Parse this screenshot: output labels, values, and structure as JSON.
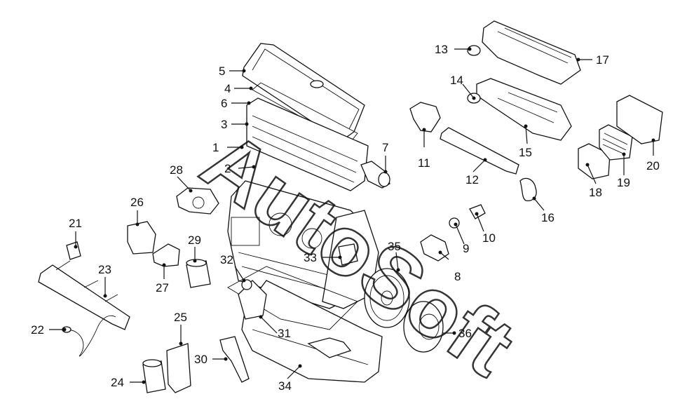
{
  "diagram": {
    "watermark": "AutoSoft",
    "callouts": [
      {
        "id": "c1",
        "text": "1"
      },
      {
        "id": "c2",
        "text": "2"
      },
      {
        "id": "c3",
        "text": "3"
      },
      {
        "id": "c4",
        "text": "4"
      },
      {
        "id": "c5",
        "text": "5"
      },
      {
        "id": "c6",
        "text": "6"
      },
      {
        "id": "c7",
        "text": "7"
      },
      {
        "id": "c8",
        "text": "8"
      },
      {
        "id": "c9",
        "text": "9"
      },
      {
        "id": "c10",
        "text": "10"
      },
      {
        "id": "c11",
        "text": "11"
      },
      {
        "id": "c12",
        "text": "12"
      },
      {
        "id": "c13",
        "text": "13"
      },
      {
        "id": "c14",
        "text": "14"
      },
      {
        "id": "c15",
        "text": "15"
      },
      {
        "id": "c16",
        "text": "16"
      },
      {
        "id": "c17",
        "text": "17"
      },
      {
        "id": "c18",
        "text": "18"
      },
      {
        "id": "c19",
        "text": "19"
      },
      {
        "id": "c20",
        "text": "20"
      },
      {
        "id": "c21",
        "text": "21"
      },
      {
        "id": "c22",
        "text": "22"
      },
      {
        "id": "c23",
        "text": "23"
      },
      {
        "id": "c24",
        "text": "24"
      },
      {
        "id": "c25",
        "text": "25"
      },
      {
        "id": "c26",
        "text": "26"
      },
      {
        "id": "c27",
        "text": "27"
      },
      {
        "id": "c28",
        "text": "28"
      },
      {
        "id": "c29",
        "text": "29"
      },
      {
        "id": "c30",
        "text": "30"
      },
      {
        "id": "c31",
        "text": "31"
      },
      {
        "id": "c32",
        "text": "32"
      },
      {
        "id": "c33",
        "text": "33"
      },
      {
        "id": "c34",
        "text": "34"
      },
      {
        "id": "c35",
        "text": "35"
      },
      {
        "id": "c36",
        "text": "36"
      }
    ]
  }
}
